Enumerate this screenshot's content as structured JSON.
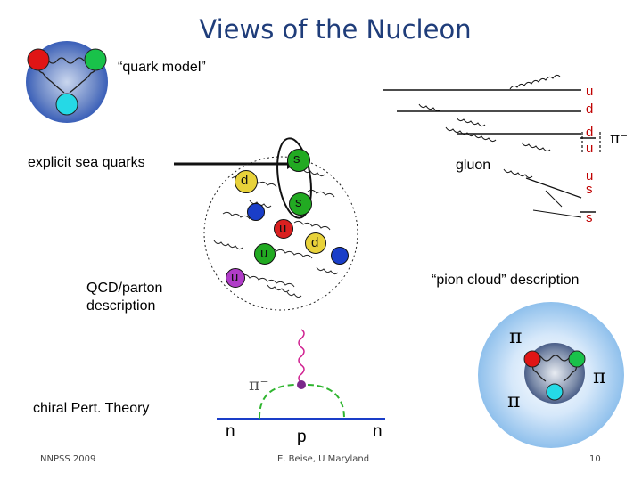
{
  "title": "Views of the Nucleon",
  "labels": {
    "quark_model": "“quark model”",
    "explicit_sea": "explicit sea quarks",
    "gluon": "gluon",
    "qcd": "QCD/parton description",
    "pion_cloud": "“pion cloud” description",
    "chiral": "chiral Pert. Theory"
  },
  "jet_quarks": [
    "u",
    "d",
    "d",
    "u",
    "u",
    "s",
    "s"
  ],
  "pi_minus": "π⁻",
  "sea_quarks": [
    {
      "flavor": "s",
      "color": "#22aa22"
    },
    {
      "flavor": "d",
      "color": "#e8d23a"
    },
    {
      "flavor": "s",
      "color": "#22aa22"
    },
    {
      "flavor": "",
      "color": "#1a3ec8"
    },
    {
      "flavor": "u",
      "color": "#d92020"
    },
    {
      "flavor": "d",
      "color": "#e8d23a"
    },
    {
      "flavor": "u",
      "color": "#22aa22"
    },
    {
      "flavor": "",
      "color": "#1a3ec8"
    },
    {
      "flavor": "u",
      "color": "#b03cc8"
    }
  ],
  "pion_cloud": {
    "pi_top": "π",
    "pi_right": "π",
    "pi_bottom": "π"
  },
  "feynman": {
    "pi_minus": "π⁻",
    "n_left": "n",
    "p": "p",
    "n_right": "n"
  },
  "footer": {
    "left": "NNPSS 2009",
    "center": "E. Beise, U Maryland",
    "page": "10"
  },
  "colors": {
    "title": "#1f3d7a",
    "quark_red": "#e01515",
    "quark_green": "#19c24a",
    "quark_cyan": "#25d9e6",
    "nucleon_blue": "#3a5fb8",
    "pion_halo": "#9ec8f0",
    "line_blue": "#1a3ec8",
    "fermion_green": "#2fb52f"
  }
}
